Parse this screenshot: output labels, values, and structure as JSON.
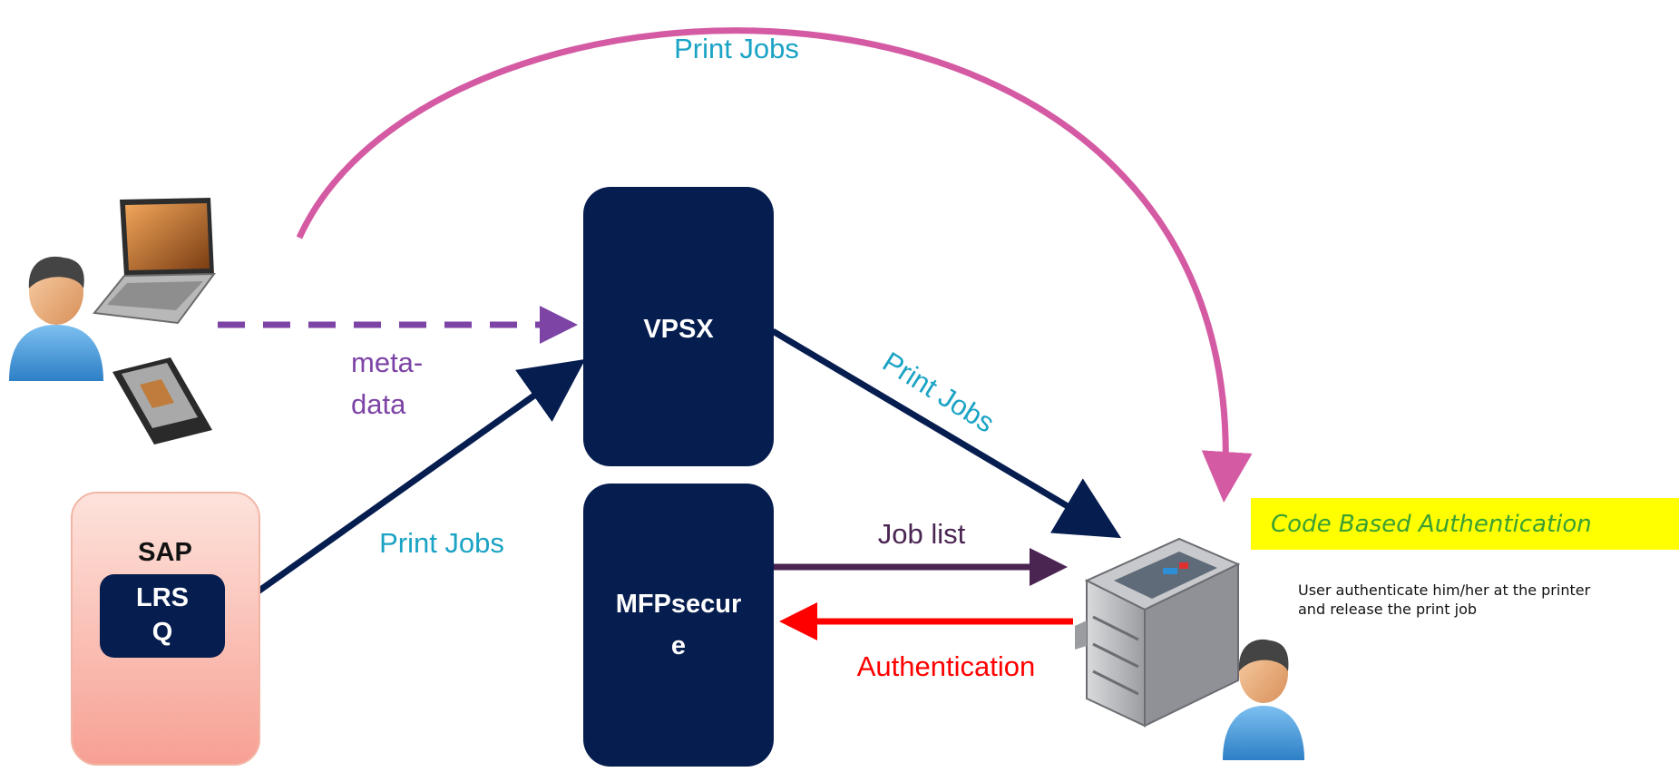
{
  "nodes": {
    "vpsx": "VPSX",
    "mfpsecure_line1": "MFPsecur",
    "mfpsecure_line2": "e",
    "sap": "SAP",
    "lrsq_line1": "LRS",
    "lrsq_line2": "Q"
  },
  "edges": {
    "top_arc": "Print Jobs",
    "metadata_line1": "meta-",
    "metadata_line2": "data",
    "sap_to_vpsx": "Print Jobs",
    "vpsx_to_printer": "Print Jobs",
    "job_list": "Job list",
    "authentication": "Authentication"
  },
  "callout": {
    "title": "Code Based Authentication",
    "note_line1": "User authenticate him/her at the printer",
    "note_line2": "and release the print job"
  },
  "colors": {
    "navy": "#061d4f",
    "magenta": "#d45ba3",
    "purple": "#7d44a6",
    "teal": "#1aa3c4",
    "plum": "#4a2552",
    "red": "#ff0000",
    "callout_bg": "#ffff00",
    "callout_text": "#3aa034"
  },
  "icons": [
    "user-icon",
    "laptop-icon",
    "smartphone-icon",
    "printer-icon"
  ]
}
